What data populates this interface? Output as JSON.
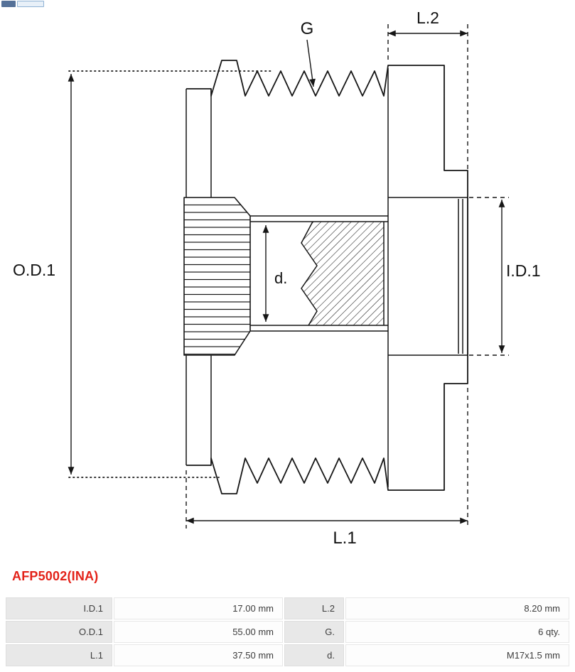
{
  "diagram": {
    "labels": {
      "g": "G",
      "l2": "L.2",
      "od1": "O.D.1",
      "id1": "I.D.1",
      "d": "d.",
      "l1": "L.1"
    }
  },
  "part_number": {
    "text": "AFP5002(INA)",
    "color": "#e32219"
  },
  "spec_table": {
    "rows": [
      [
        "I.D.1",
        "17.00 mm",
        "L.2",
        "8.20 mm"
      ],
      [
        "O.D.1",
        "55.00 mm",
        "G.",
        "6 qty."
      ],
      [
        "L.1",
        "37.50 mm",
        "d.",
        "M17x1.5 mm"
      ]
    ]
  },
  "colors": {
    "accent_red": "#e32219",
    "line_color": "#161616",
    "table_label_bg": "#e8e8e8"
  }
}
